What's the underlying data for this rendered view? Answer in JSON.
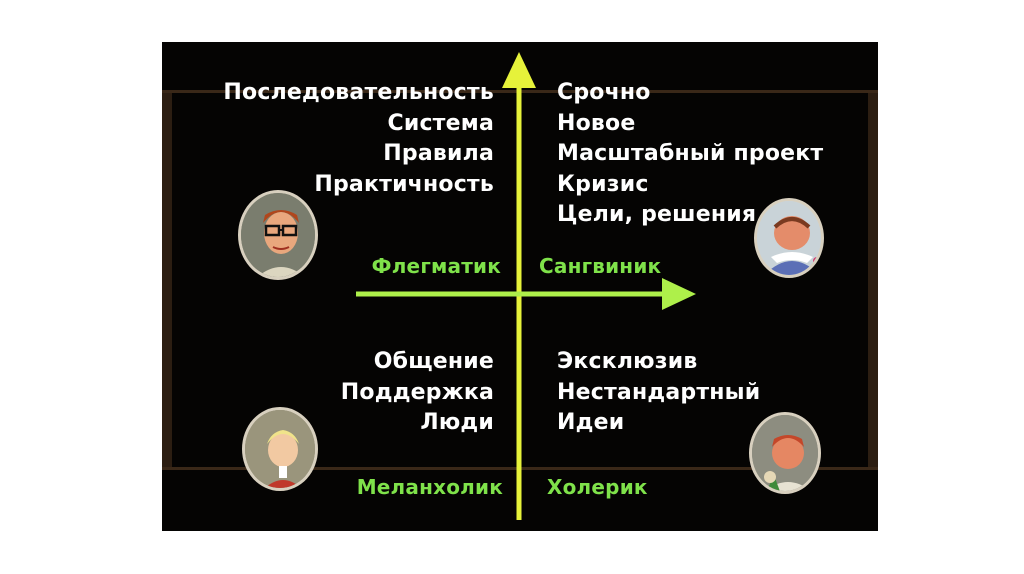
{
  "top_left": [
    "Последовательность",
    "Система",
    "Правила",
    "Практичность"
  ],
  "top_right": [
    "Срочно",
    "Новое",
    "Масштабный проект",
    "Кризис",
    "Цели, решения"
  ],
  "bottom_left": [
    "Общение",
    "Поддержка",
    "Люди"
  ],
  "bottom_right": [
    "Эксклюзив",
    "Нестандартный",
    "Идеи"
  ],
  "types": {
    "phlegmatic": "Флегматик",
    "sanguine": "Сангвиник",
    "melancholic": "Меланхолик",
    "choleric": "Холерик"
  },
  "colors": {
    "chalk_yellow": "#e6f23a",
    "chalk_green": "#aef04a",
    "label_green": "#7fe24a",
    "board": "#050403"
  }
}
